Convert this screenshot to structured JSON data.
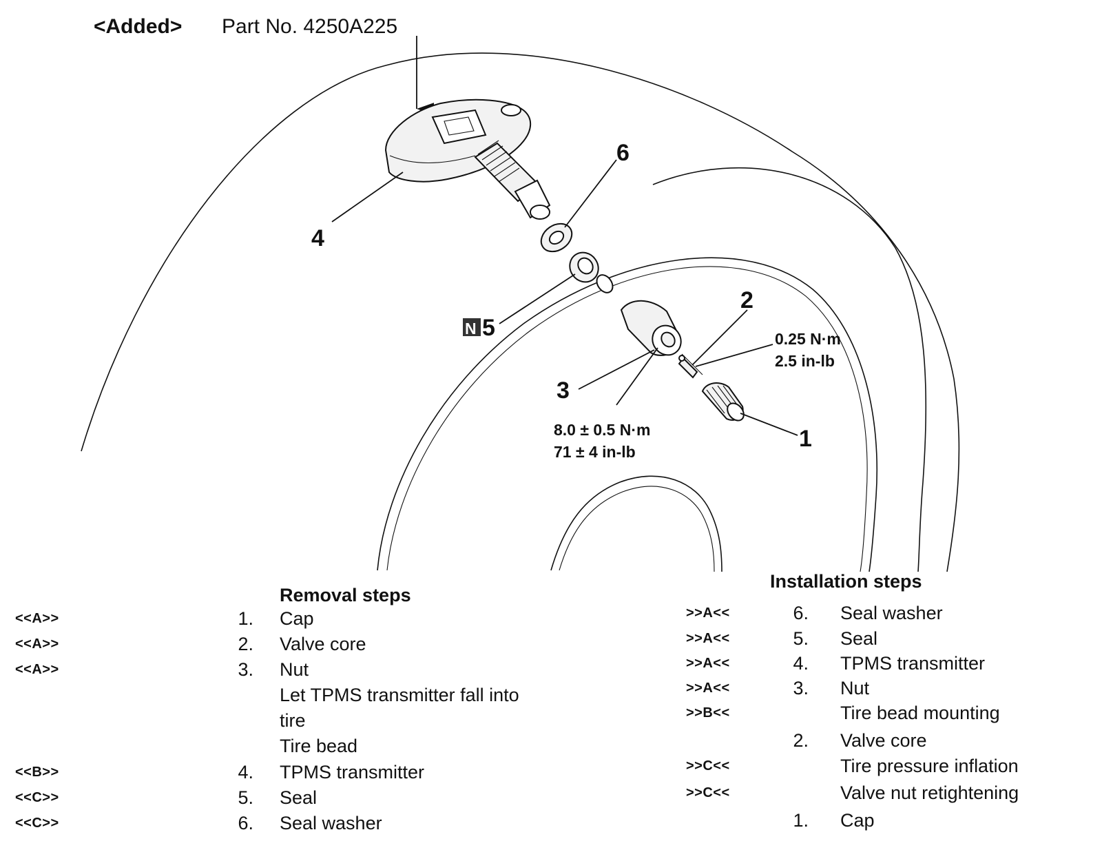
{
  "header": {
    "added_tag": "<Added>",
    "part_number": "Part No. 4250A225"
  },
  "callouts": {
    "c1": "1",
    "c2": "2",
    "c3": "3",
    "c4": "4",
    "c5": "5",
    "c5_badge": "N",
    "c6": "6"
  },
  "torque": {
    "valve_core_nm": "0.25 N·m",
    "valve_core_inlb": "2.5 in-lb",
    "nut_nm": "8.0 ± 0.5 N·m",
    "nut_inlb": "71 ± 4 in-lb"
  },
  "removal": {
    "title": "Removal steps",
    "rows": [
      {
        "code": "<<A>>",
        "num": "1.",
        "text": "Cap"
      },
      {
        "code": "<<A>>",
        "num": "2.",
        "text": "Valve core"
      },
      {
        "code": "<<A>>",
        "num": "3.",
        "text": "Nut"
      },
      {
        "code": "",
        "num": "",
        "text": "Let TPMS transmitter fall into"
      },
      {
        "code": "",
        "num": "",
        "text": "tire"
      },
      {
        "code": "",
        "num": "",
        "text": "Tire bead"
      },
      {
        "code": "<<B>>",
        "num": "4.",
        "text": "TPMS transmitter"
      },
      {
        "code": "<<C>>",
        "num": "5.",
        "text": "Seal"
      },
      {
        "code": "<<C>>",
        "num": "6.",
        "text": "Seal washer"
      }
    ]
  },
  "installation": {
    "title": "Installation steps",
    "rows": [
      {
        "code": ">>A<<",
        "num": "6.",
        "text": "Seal washer"
      },
      {
        "code": ">>A<<",
        "num": "5.",
        "text": "Seal"
      },
      {
        "code": ">>A<<",
        "num": "4.",
        "text": "TPMS transmitter"
      },
      {
        "code": ">>A<<",
        "num": "3.",
        "text": "Nut"
      },
      {
        "code": ">>B<<",
        "num": "",
        "text": "Tire bead mounting"
      },
      {
        "code": "",
        "num": "2.",
        "text": "Valve core"
      },
      {
        "code": ">>C<<",
        "num": "",
        "text": "Tire pressure inflation"
      },
      {
        "code": ">>C<<",
        "num": "",
        "text": "Valve nut retightening"
      },
      {
        "code": "",
        "num": "1.",
        "text": "Cap"
      }
    ]
  }
}
